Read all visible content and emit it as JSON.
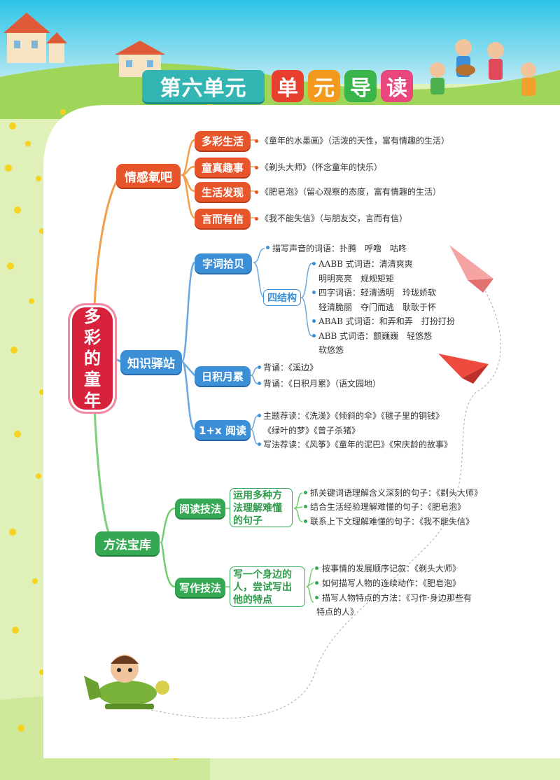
{
  "header": {
    "unit_title": "第六单元",
    "guide_chars": [
      "单",
      "元",
      "导",
      "读"
    ],
    "guide_colors": [
      "#e8402f",
      "#f39a1c",
      "#39b54a",
      "#e8467c"
    ]
  },
  "root": {
    "chars": [
      "多",
      "彩",
      "的",
      "童",
      "年"
    ]
  },
  "emotion": {
    "title": "情感氧吧",
    "items": [
      {
        "label": "多彩生活",
        "text": "《童年的水墨画》（活泼的天性，富有情趣的生活）"
      },
      {
        "label": "童真趣事",
        "text": "《剃头大师》（怀念童年的快乐）"
      },
      {
        "label": "生活发现",
        "text": "《肥皂泡》（留心观察的态度，富有情趣的生活）"
      },
      {
        "label": "言而有信",
        "text": "《我不能失信》（与朋友交，言而有信）"
      }
    ]
  },
  "knowledge": {
    "title": "知识驿站",
    "words": {
      "title": "字词拾贝",
      "sound_words": "描写声音的词语：扑腾　呼噜　咕咚",
      "structure_label": "四结构",
      "structure_lines": [
        "AABB 式词语：清清爽爽",
        "明明亮亮　规规矩矩",
        "四字词语：轻清透明　玲珑娇软",
        "轻清脆丽　夺门而逃　耿耿于怀",
        "ABAB 式词语：和弄和弄　打扮打扮",
        "ABB 式词语：颤巍巍　轻悠悠",
        "软悠悠"
      ]
    },
    "accumulation": {
      "title": "日积月累",
      "lines": [
        "背诵：《溪边》",
        "背诵：《日积月累》（语文园地）"
      ]
    },
    "reading": {
      "title": "1+x 阅读",
      "lines": [
        "主题荐读：《洗澡》《倾斜的伞》《毽子里的铜钱》",
        "《绿叶的梦》《曾子杀猪》",
        "写法荐读：《风筝》《童年的泥巴》《宋庆龄的故事》"
      ]
    }
  },
  "methods": {
    "title": "方法宝库",
    "reading_skill": {
      "title": "阅读技法",
      "box": [
        "运用多种方",
        "法理解难懂",
        "的句子"
      ],
      "lines": [
        "抓关键词语理解含义深刻的句子：《剃头大师》",
        "结合生活经验理解难懂的句子：《肥皂泡》",
        "联系上下文理解难懂的句子：《我不能失信》"
      ]
    },
    "writing_skill": {
      "title": "写作技法",
      "box": [
        "写一个身边的",
        "人，尝试写出",
        "他的特点"
      ],
      "lines": [
        "按事情的发展顺序记叙：《剃头大师》",
        "如何描写人物的连续动作：《肥皂泡》",
        "描写人物特点的方法：《习作·身边那些有",
        "特点的人》"
      ]
    }
  }
}
